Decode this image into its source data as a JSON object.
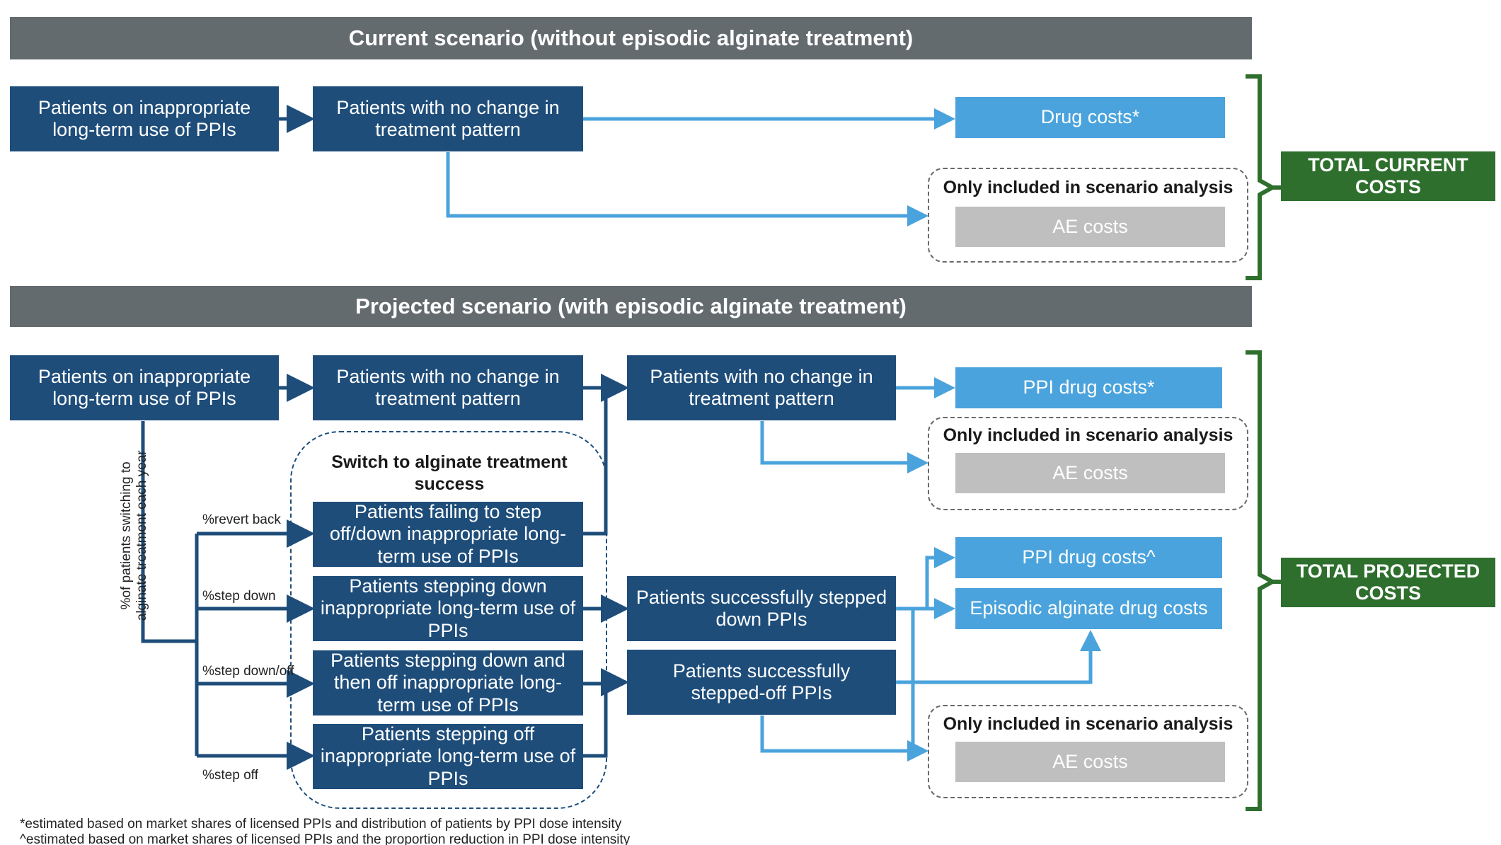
{
  "colors": {
    "header_band": "#646b6f",
    "dark_blue": "#1e4d7a",
    "light_blue": "#4aa3dc",
    "grey": "#bfbfbf",
    "green": "#2e6f2e"
  },
  "current": {
    "header": "Current scenario (without episodic alginate treatment)",
    "start": "Patients on inappropriate long-term use of PPIs",
    "no_change": "Patients with no change in treatment pattern",
    "drug_costs": "Drug costs*",
    "scenario_label": "Only included in scenario analysis",
    "ae_costs": "AE costs",
    "total": "TOTAL CURRENT COSTS"
  },
  "projected": {
    "header": "Projected scenario (with episodic alginate treatment)",
    "start": "Patients on inappropriate long-term use of PPIs",
    "no_change_1": "Patients with no change in treatment pattern",
    "no_change_2": "Patients with no change in treatment pattern",
    "ppi_drug_costs_1": "PPI drug costs*",
    "scenario_label_1": "Only included in scenario analysis",
    "ae_costs_1": "AE costs",
    "switch_title": "Switch to alginate treatment success",
    "failing": "Patients failing to step off/down inappropriate long-term use of PPIs",
    "stepping_down": "Patients stepping down inappropriate long-term use of PPIs",
    "stepping_down_off": "Patients stepping down and then off inappropriate long-term use of PPIs",
    "stepping_off": "Patients stepping off inappropriate long-term use of PPIs",
    "stepped_down": "Patients successfully stepped down PPIs",
    "stepped_off": "Patients successfully stepped-off PPIs",
    "ppi_drug_costs_2": "PPI drug costs^",
    "alginate_costs": "Episodic alginate drug costs",
    "scenario_label_2": "Only included in scenario analysis",
    "ae_costs_2": "AE costs",
    "total": "TOTAL PROJECTED COSTS",
    "rotated_label": "%of patients switching to alginate treatment each year",
    "branch_labels": {
      "revert": "%revert back",
      "step_down": "%step down",
      "step_down_off": "%step down/off",
      "step_off": "%step off"
    }
  },
  "footnotes": [
    "*estimated based on market shares of licensed PPIs and distribution of patients by PPI dose intensity",
    "^estimated based on market shares of licensed PPIs and the proportion reduction in PPI dose intensity"
  ]
}
